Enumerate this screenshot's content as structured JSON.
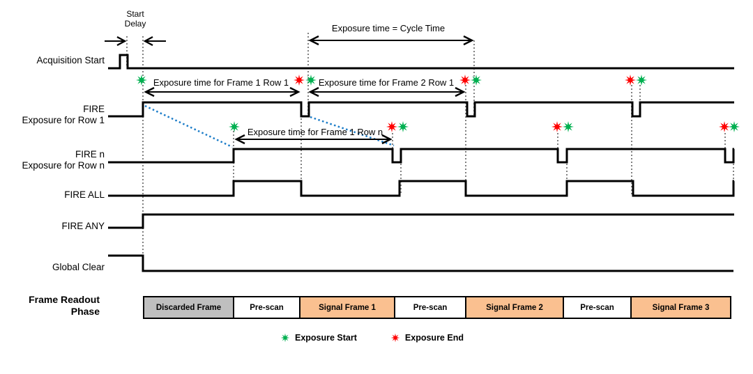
{
  "colors": {
    "signal": "#000000",
    "guide": "#808080",
    "blue_dotted": "#1B7CC8",
    "exposure_start": "#00B050",
    "exposure_end": "#FF0000",
    "discarded_fill": "#BFBFBF",
    "prescan_fill": "#FFFFFF",
    "signal_frame_fill": "#FAC090"
  },
  "annotations": {
    "start_delay": "Start Delay",
    "cycle_time": "Exposure time = Cycle Time",
    "exp_frame1_row1": "Exposure time for Frame 1 Row 1",
    "exp_frame2_row1": "Exposure time for Frame 2 Row 1",
    "exp_frame1_rown": "Exposure time for Frame 1 Row n"
  },
  "rows": {
    "acquisition_start": {
      "label": "Acquisition Start"
    },
    "fire_row1": {
      "label": "FIRE",
      "sublabel": "Exposure for Row 1"
    },
    "fire_n": {
      "label": "FIRE n",
      "sublabel": "Exposure for Row n"
    },
    "fire_all": {
      "label": "FIRE ALL"
    },
    "fire_any": {
      "label": "FIRE ANY"
    },
    "global_clear": {
      "label": "Global Clear"
    },
    "frame_readout": {
      "label": "Frame Readout Phase"
    }
  },
  "phases": [
    {
      "label": "Discarded Frame",
      "type": "discarded"
    },
    {
      "label": "Pre-scan",
      "type": "prescan"
    },
    {
      "label": "Signal Frame 1",
      "type": "signal"
    },
    {
      "label": "Pre-scan",
      "type": "prescan"
    },
    {
      "label": "Signal Frame 2",
      "type": "signal"
    },
    {
      "label": "Pre-scan",
      "type": "prescan"
    },
    {
      "label": "Signal Frame 3",
      "type": "signal"
    }
  ],
  "legend": [
    {
      "icon": "exposure-start-star-icon",
      "label": "Exposure Start"
    },
    {
      "icon": "exposure-end-star-icon",
      "label": "Exposure End"
    }
  ]
}
